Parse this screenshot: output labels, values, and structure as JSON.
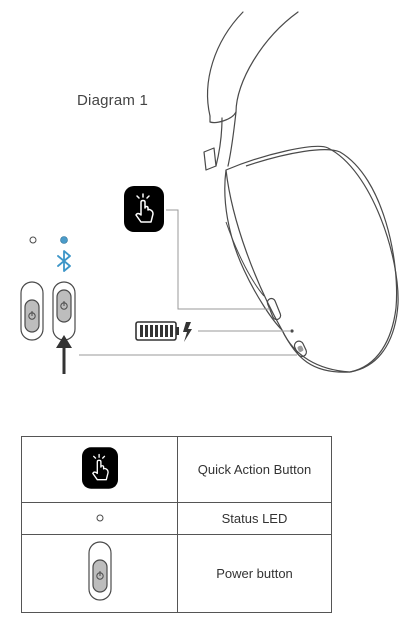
{
  "diagram": {
    "title": "Diagram 1",
    "icons": {
      "headphone": "over-ear-headphone",
      "quick_action": "tap-gesture-icon",
      "bluetooth": "bluetooth-icon",
      "battery": "battery-charging-icon",
      "power": "power-slider-icon",
      "status_led": "status-led-dot"
    },
    "colors": {
      "led_active": "#4a9bc9",
      "bluetooth": "#3d96c8",
      "outline": "#4a4a4a",
      "icon_fill": "#000000"
    }
  },
  "legend": {
    "rows": [
      {
        "icon": "tap-gesture-icon",
        "label": "Quick Action Button"
      },
      {
        "icon": "status-led-dot",
        "label": "Status LED"
      },
      {
        "icon": "power-slider-icon",
        "label": "Power button"
      }
    ]
  }
}
